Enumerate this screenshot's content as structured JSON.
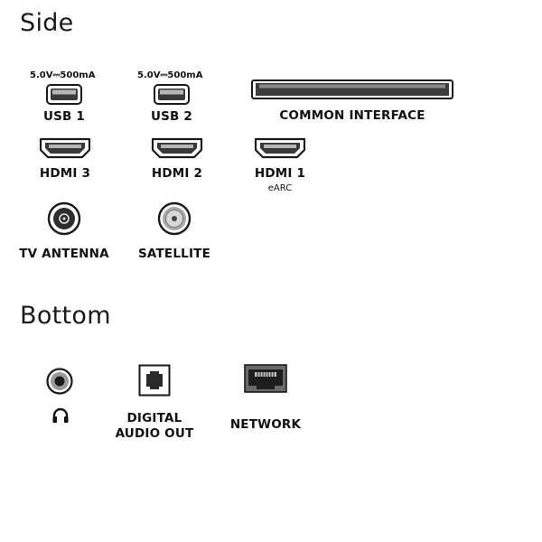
{
  "sections": {
    "side": {
      "title": "Side"
    },
    "bottom": {
      "title": "Bottom"
    }
  },
  "ports": {
    "usb1": {
      "spec": "5.0V⎓500mA",
      "label": "USB 1",
      "icon": "usb-a-port-icon"
    },
    "usb2": {
      "spec": "5.0V⎓500mA",
      "label": "USB 2",
      "icon": "usb-a-port-icon"
    },
    "ci": {
      "label": "COMMON INTERFACE",
      "icon": "ci-slot-icon"
    },
    "hdmi3": {
      "label": "HDMI 3",
      "icon": "hdmi-port-icon"
    },
    "hdmi2": {
      "label": "HDMI 2",
      "icon": "hdmi-port-icon"
    },
    "hdmi1": {
      "label": "HDMI 1",
      "sublabel": "eARC",
      "icon": "hdmi-port-icon"
    },
    "antenna": {
      "label": "TV ANTENNA",
      "icon": "coax-antenna-icon"
    },
    "satellite": {
      "label": "SATELLITE",
      "icon": "f-connector-icon"
    },
    "headphone": {
      "icon": "headphones-icon",
      "jack_icon": "audio-jack-icon"
    },
    "digital_audio": {
      "label_line1": "DIGITAL",
      "label_line2": "AUDIO OUT",
      "icon": "optical-port-icon"
    },
    "network": {
      "label": "NETWORK",
      "icon": "ethernet-port-icon"
    }
  }
}
